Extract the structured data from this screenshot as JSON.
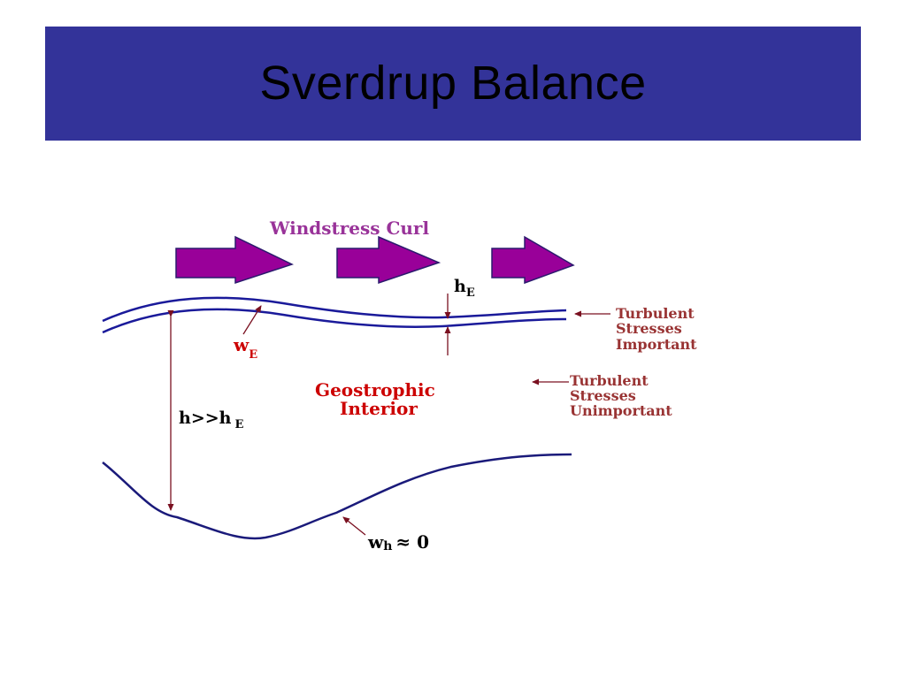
{
  "slide": {
    "title": "Sverdrup Balance"
  },
  "diagram": {
    "windstress_label": "Windstress Curl",
    "ekman_depth_label": "h",
    "ekman_depth_sub": "E",
    "ekman_pumping_label": "w",
    "ekman_pumping_sub": "E",
    "depth_ratio_label": "h>>h",
    "depth_ratio_sub": "E",
    "interior_label_line1": "Geostrophic",
    "interior_label_line2": "Interior",
    "bottom_w_label": "w",
    "bottom_w_sub": "h",
    "bottom_w_approx": "≈ 0",
    "turbulent_important": [
      "Turbulent",
      "Stresses",
      "Important"
    ],
    "turbulent_unimportant": [
      "Turbulent",
      "Stresses",
      "Unimportant"
    ]
  },
  "colors": {
    "title_bar": "#333399",
    "arrow_fill": "#990099",
    "arrow_stroke": "#2b1a6e",
    "ocean_line": "#1a1a9a",
    "bottom_line": "#1a1a7a",
    "red_label": "#cc0000",
    "purple_label": "#993399",
    "indicator": "#7a1020"
  }
}
